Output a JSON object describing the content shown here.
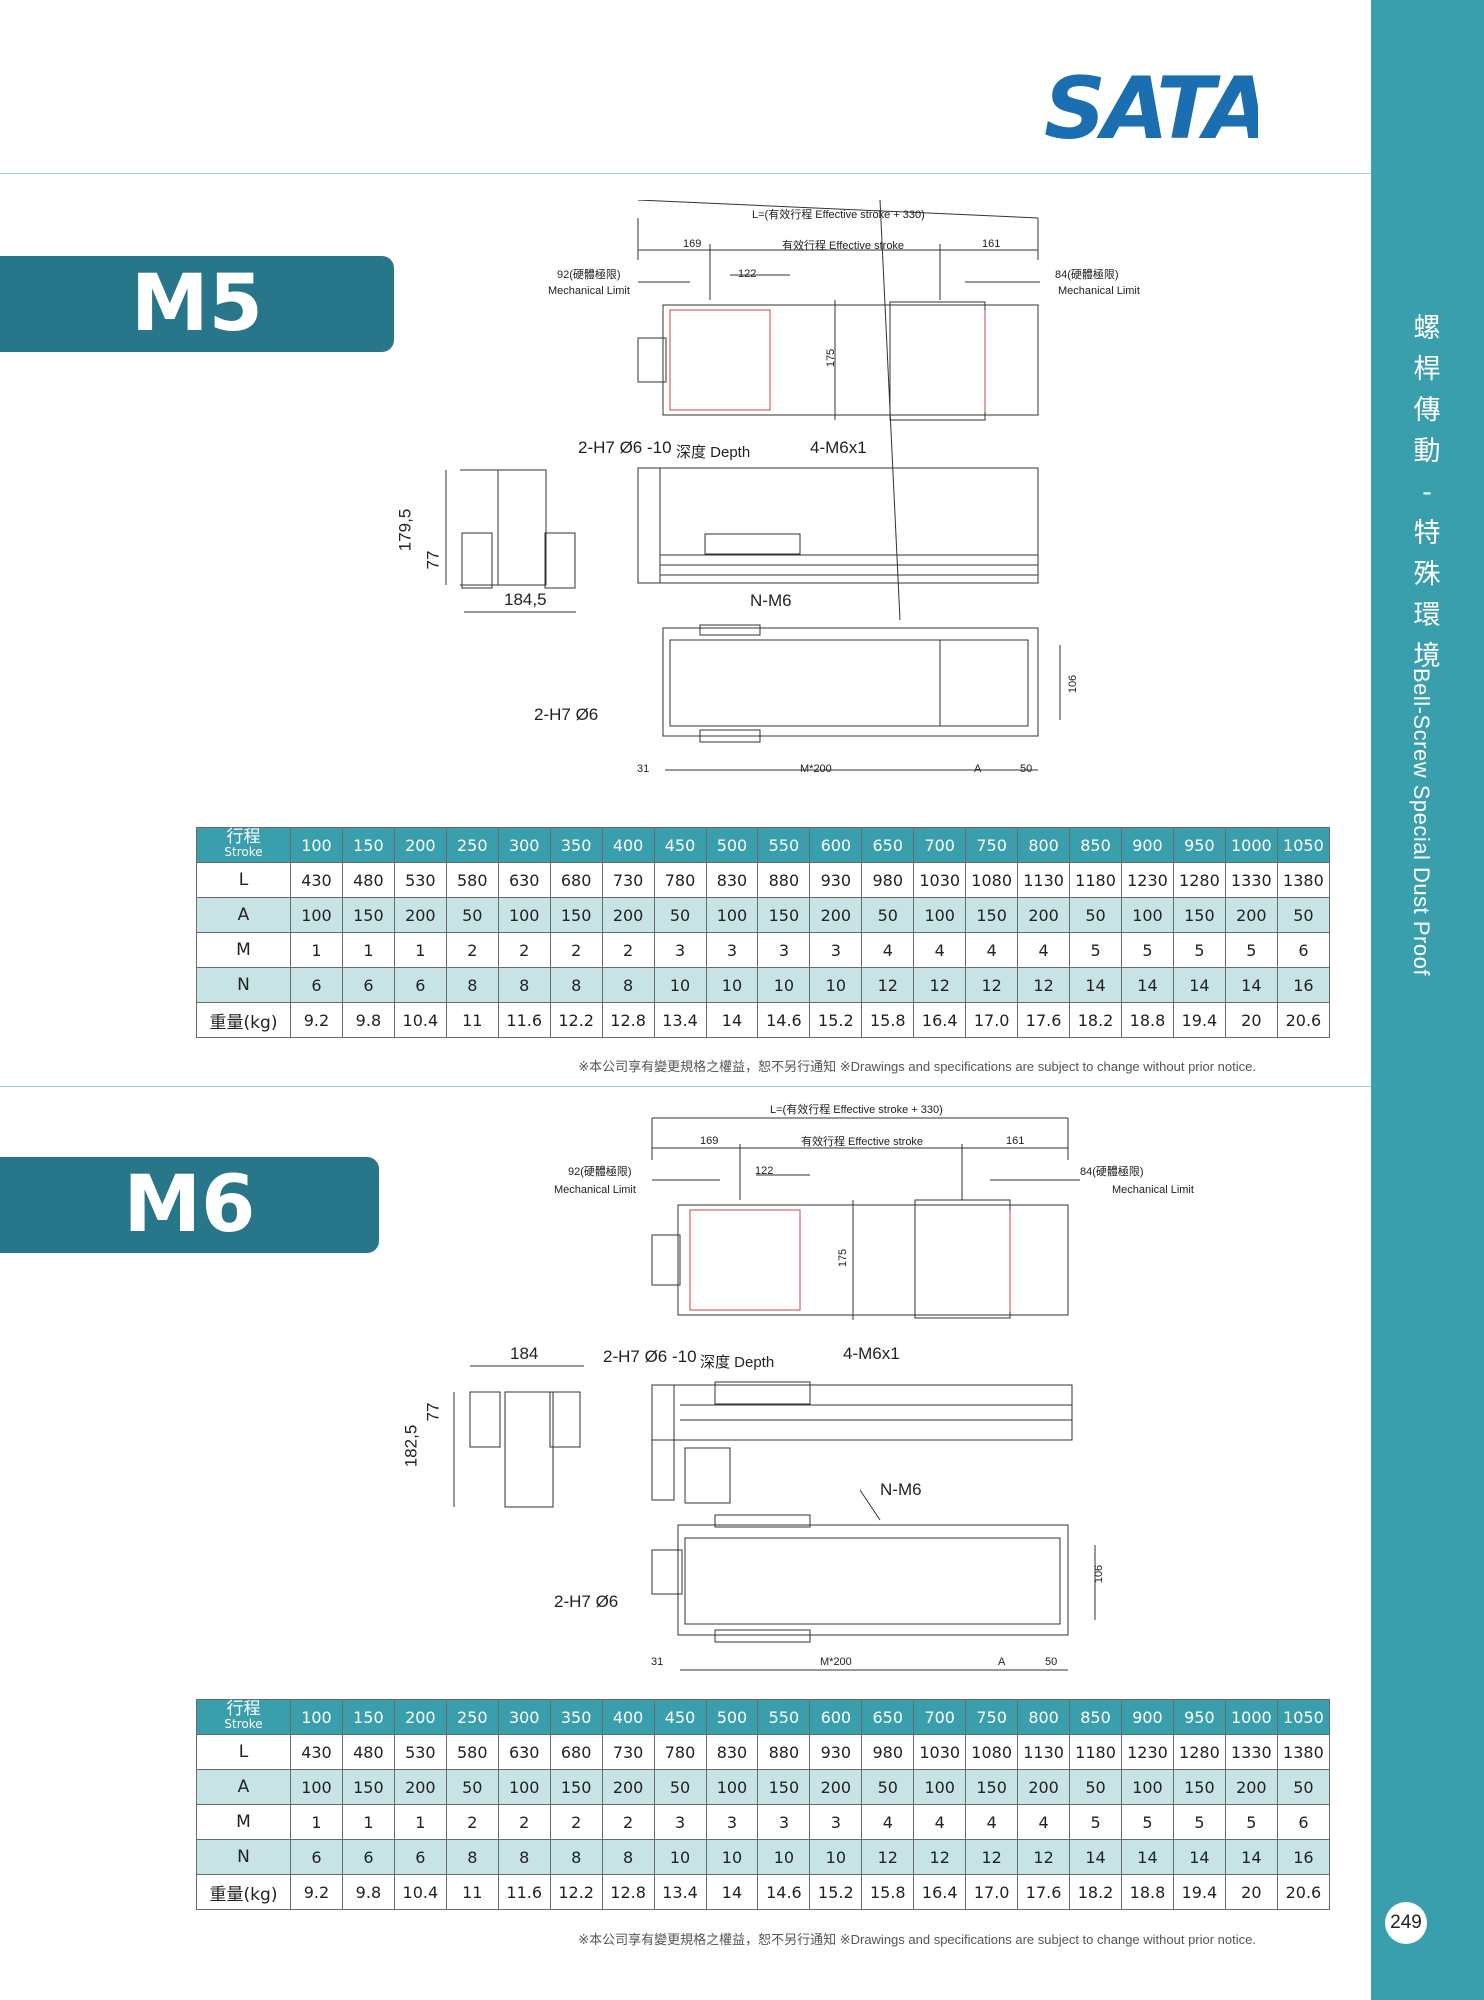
{
  "brand": {
    "logo_text": "SATA",
    "logo_color": "#1b6fb0"
  },
  "sidebar": {
    "color": "#3a9fad",
    "chinese_chars": [
      "螺",
      "桿",
      "傳",
      "動",
      "-",
      "特",
      "殊",
      "環",
      "境"
    ],
    "english_title": "Bell-Screw  Special Dust Proof",
    "page_number": "249"
  },
  "sections": [
    {
      "model": "M5",
      "drawing": {
        "overall_length": "L=(有效行程 Effective stroke + 330)",
        "dim_169": "169",
        "effective_stroke": "有效行程 Effective stroke",
        "dim_161": "161",
        "dim_122": "122",
        "limit_left": "92(硬體極限)",
        "limit_left_en": "Mechanical Limit",
        "limit_right": "84(硬體極限)",
        "limit_right_en": "Mechanical Limit",
        "dim_175": "175",
        "hole_note": "2-H7 Ø6 -10",
        "depth_note": "深度 Depth",
        "screw_note": "4-M6x1",
        "height": "179,5",
        "dim_77": "77",
        "width": "184,5",
        "nm6": "N-M6",
        "h7": "2-H7 Ø6",
        "dim_106": "106",
        "dim_31": "31",
        "m200": "M*200",
        "a": "A",
        "dim_50": "50"
      },
      "table": {
        "head_cn": "行程",
        "head_en": "Stroke",
        "strokes": [
          "100",
          "150",
          "200",
          "250",
          "300",
          "350",
          "400",
          "450",
          "500",
          "550",
          "600",
          "650",
          "700",
          "750",
          "800",
          "850",
          "900",
          "950",
          "1000",
          "1050"
        ],
        "rows": [
          {
            "label": "L",
            "values": [
              "430",
              "480",
              "530",
              "580",
              "630",
              "680",
              "730",
              "780",
              "830",
              "880",
              "930",
              "980",
              "1030",
              "1080",
              "1130",
              "1180",
              "1230",
              "1280",
              "1330",
              "1380"
            ]
          },
          {
            "label": "A",
            "values": [
              "100",
              "150",
              "200",
              "50",
              "100",
              "150",
              "200",
              "50",
              "100",
              "150",
              "200",
              "50",
              "100",
              "150",
              "200",
              "50",
              "100",
              "150",
              "200",
              "50"
            ]
          },
          {
            "label": "M",
            "values": [
              "1",
              "1",
              "1",
              "2",
              "2",
              "2",
              "2",
              "3",
              "3",
              "3",
              "3",
              "4",
              "4",
              "4",
              "4",
              "5",
              "5",
              "5",
              "5",
              "6"
            ]
          },
          {
            "label": "N",
            "values": [
              "6",
              "6",
              "6",
              "8",
              "8",
              "8",
              "8",
              "10",
              "10",
              "10",
              "10",
              "12",
              "12",
              "12",
              "12",
              "14",
              "14",
              "14",
              "14",
              "16"
            ]
          },
          {
            "label": "重量(kg)",
            "values": [
              "9.2",
              "9.8",
              "10.4",
              "11",
              "11.6",
              "12.2",
              "12.8",
              "13.4",
              "14",
              "14.6",
              "15.2",
              "15.8",
              "16.4",
              "17.0",
              "17.6",
              "18.2",
              "18.8",
              "19.4",
              "20",
              "20.6"
            ]
          }
        ]
      },
      "note": "※本公司享有變更規格之權益，恕不另行通知 ※Drawings and specifications are subject to change without prior notice."
    },
    {
      "model": "M6",
      "drawing": {
        "overall_length": "L=(有效行程 Effective stroke + 330)",
        "dim_169": "169",
        "effective_stroke": "有效行程 Effective stroke",
        "dim_161": "161",
        "dim_122": "122",
        "limit_left": "92(硬體極限)",
        "limit_left_en": "Mechanical Limit",
        "limit_right": "84(硬體極限)",
        "limit_right_en": "Mechanical Limit",
        "dim_175": "175",
        "hole_note": "2-H7 Ø6 -10",
        "depth_note": "深度 Depth",
        "screw_note": "4-M6x1",
        "height": "182,5",
        "dim_77": "77",
        "width": "184",
        "nm6": "N-M6",
        "h7": "2-H7 Ø6",
        "dim_106": "106",
        "dim_31": "31",
        "m200": "M*200",
        "a": "A",
        "dim_50": "50"
      },
      "table": {
        "head_cn": "行程",
        "head_en": "Stroke",
        "strokes": [
          "100",
          "150",
          "200",
          "250",
          "300",
          "350",
          "400",
          "450",
          "500",
          "550",
          "600",
          "650",
          "700",
          "750",
          "800",
          "850",
          "900",
          "950",
          "1000",
          "1050"
        ],
        "rows": [
          {
            "label": "L",
            "values": [
              "430",
              "480",
              "530",
              "580",
              "630",
              "680",
              "730",
              "780",
              "830",
              "880",
              "930",
              "980",
              "1030",
              "1080",
              "1130",
              "1180",
              "1230",
              "1280",
              "1330",
              "1380"
            ]
          },
          {
            "label": "A",
            "values": [
              "100",
              "150",
              "200",
              "50",
              "100",
              "150",
              "200",
              "50",
              "100",
              "150",
              "200",
              "50",
              "100",
              "150",
              "200",
              "50",
              "100",
              "150",
              "200",
              "50"
            ]
          },
          {
            "label": "M",
            "values": [
              "1",
              "1",
              "1",
              "2",
              "2",
              "2",
              "2",
              "3",
              "3",
              "3",
              "3",
              "4",
              "4",
              "4",
              "4",
              "5",
              "5",
              "5",
              "5",
              "6"
            ]
          },
          {
            "label": "N",
            "values": [
              "6",
              "6",
              "6",
              "8",
              "8",
              "8",
              "8",
              "10",
              "10",
              "10",
              "10",
              "12",
              "12",
              "12",
              "12",
              "14",
              "14",
              "14",
              "14",
              "16"
            ]
          },
          {
            "label": "重量(kg)",
            "values": [
              "9.2",
              "9.8",
              "10.4",
              "11",
              "11.6",
              "12.2",
              "12.8",
              "13.4",
              "14",
              "14.6",
              "15.2",
              "15.8",
              "16.4",
              "17.0",
              "17.6",
              "18.2",
              "18.8",
              "19.4",
              "20",
              "20.6"
            ]
          }
        ]
      },
      "note": "※本公司享有變更規格之權益，恕不另行通知 ※Drawings and specifications are subject to change without prior notice."
    }
  ]
}
